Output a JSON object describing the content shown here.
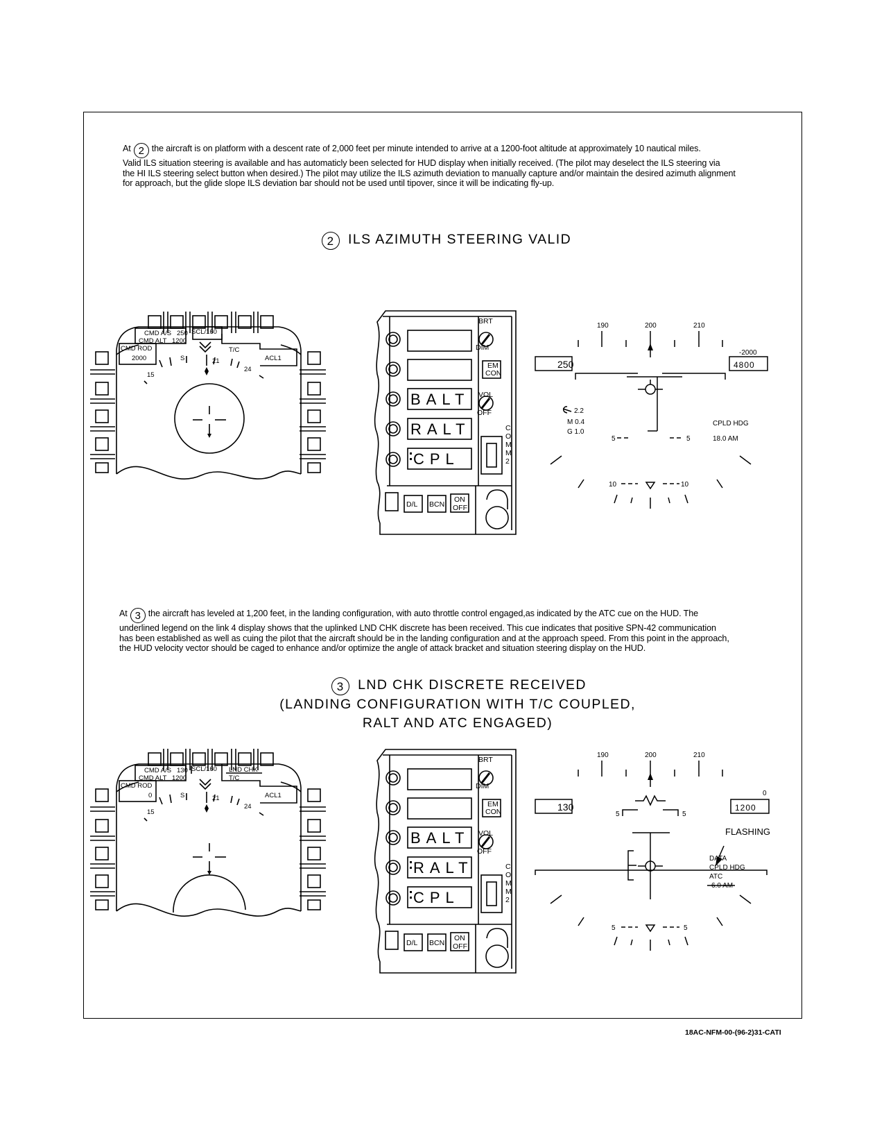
{
  "paragraph1": {
    "at": "At",
    "marker": "2",
    "lines": [
      "the aircraft is on platform with a descent rate of 2,000 feet per minute intended to arrive at a 1200-foot altitude at approximately 10 nautical miles.",
      "Valid ILS situation steering is available and has automaticly been selected for HUD display when initially received. (The pilot may deselect the ILS steering via",
      "the HI ILS steering select button when desired.) The pilot may utilize the ILS azimuth deviation to manually capture and/or maintain the desired azimuth alignment",
      "for approach, but the glide slope ILS deviation bar should not be used until tipover, since it will be indicating fly-up."
    ]
  },
  "heading1": {
    "marker": "2",
    "text": "ILS AZIMUTH STEERING VALID"
  },
  "paragraph2": {
    "at": "At",
    "marker": "3",
    "lines": [
      "the aircraft has leveled at 1,200 feet, in the landing configuration, with auto throttle control engaged,as indicated by the ATC cue on the HUD. The",
      "underlined legend on the link 4 display shows that the uplinked LND CHK discrete has been received. This cue indicates that positive SPN-42 communication",
      "has been established as well as cuing the pilot that the aircraft should be in the landing configuration and at the approach speed. From this point in the approach,",
      "the HUD velocity vector should be caged to enhance and/or optimize the angle of attack bracket and situation steering display on the HUD."
    ]
  },
  "heading2": {
    "marker": "3",
    "line1": "LND CHK DISCRETE RECEIVED",
    "line2": "(LANDING CONFIGURATION WITH T/C COUPLED,",
    "line3": "RALT AND ATC ENGAGED)"
  },
  "ddi": {
    "cmd_as_label": "CMD A/S",
    "cmd_alt_label": "CMD ALT",
    "cmd_rod_label": "CMD ROD",
    "scl_label": "SCL/160",
    "tc_label": "T/C",
    "lnd_chk_label": "LND CHK",
    "acl_label": "ACL1",
    "mark_15": "15",
    "mark_s": "S",
    "mark_21": "21",
    "mark_24": "24",
    "panel1": {
      "cmd_as": "250",
      "cmd_alt": "1200",
      "cmd_rod": "2000"
    },
    "panel2": {
      "cmd_as": "130",
      "cmd_alt": "1200",
      "cmd_rod": "0"
    }
  },
  "ufc": {
    "brt": "BRT",
    "dim": "DIM",
    "em_con_1": "EM",
    "em_con_2": "CON",
    "vol": "VOL",
    "off": "OFF",
    "comm": [
      "C",
      "O",
      "M",
      "M",
      "2"
    ],
    "dl": "D/L",
    "bcn": "BCN",
    "on": "ON",
    "off2": "OFF",
    "options": [
      "BALT",
      "RALT",
      "CPL"
    ]
  },
  "hud": {
    "hdg_190": "190",
    "hdg_200": "200",
    "hdg_210": "210",
    "hud1": {
      "airspeed": "250",
      "vvi": "-2000",
      "altitude": "4800",
      "aoa": "2.2",
      "mach": "M 0.4",
      "g": "G 1.0",
      "pitch_5_left": "5",
      "pitch_5_right": "5",
      "mode": "CPLD HDG",
      "time": "18.0 AM",
      "pitch_10_left": "10",
      "pitch_10_right": "10"
    },
    "hud2": {
      "airspeed": "130",
      "vvi": "0",
      "altitude": "1200",
      "pitch_5_left": "5",
      "pitch_5_right": "5",
      "flashing": "FLASHING",
      "data": "DATA",
      "mode": "CPLD HDG",
      "atc": "ATC",
      "time": "6.0 AM",
      "pitch_low_left": "5",
      "pitch_low_right": "5"
    }
  },
  "footer": "18AC-NFM-00-(96-2)31-CATI"
}
